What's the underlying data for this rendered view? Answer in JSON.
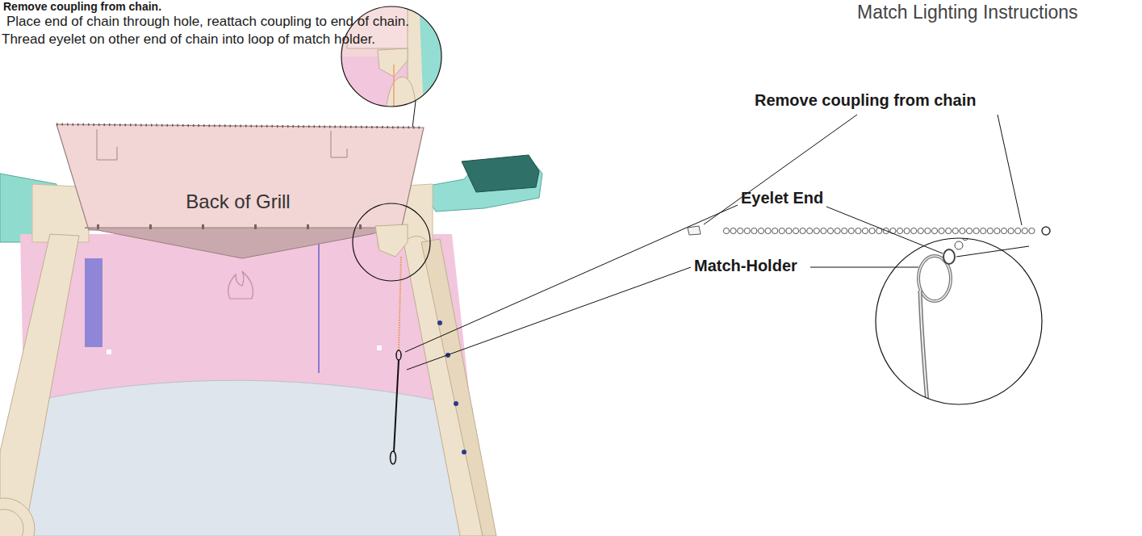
{
  "diagram": {
    "nodes": [
      {
        "text": [
          "Back of Grill"
        ]
      }
    ],
    "labels": [
      "Remove coupling from chain.",
      "Place end of chain through hole, reattach coupling to end of chain.",
      "Thread eyelet on other end of chain into loop of match holder.",
      "Match Lighting Instructions",
      "Remove coupling from chain",
      "Eyelet End",
      "Match-Holder"
    ]
  }
}
